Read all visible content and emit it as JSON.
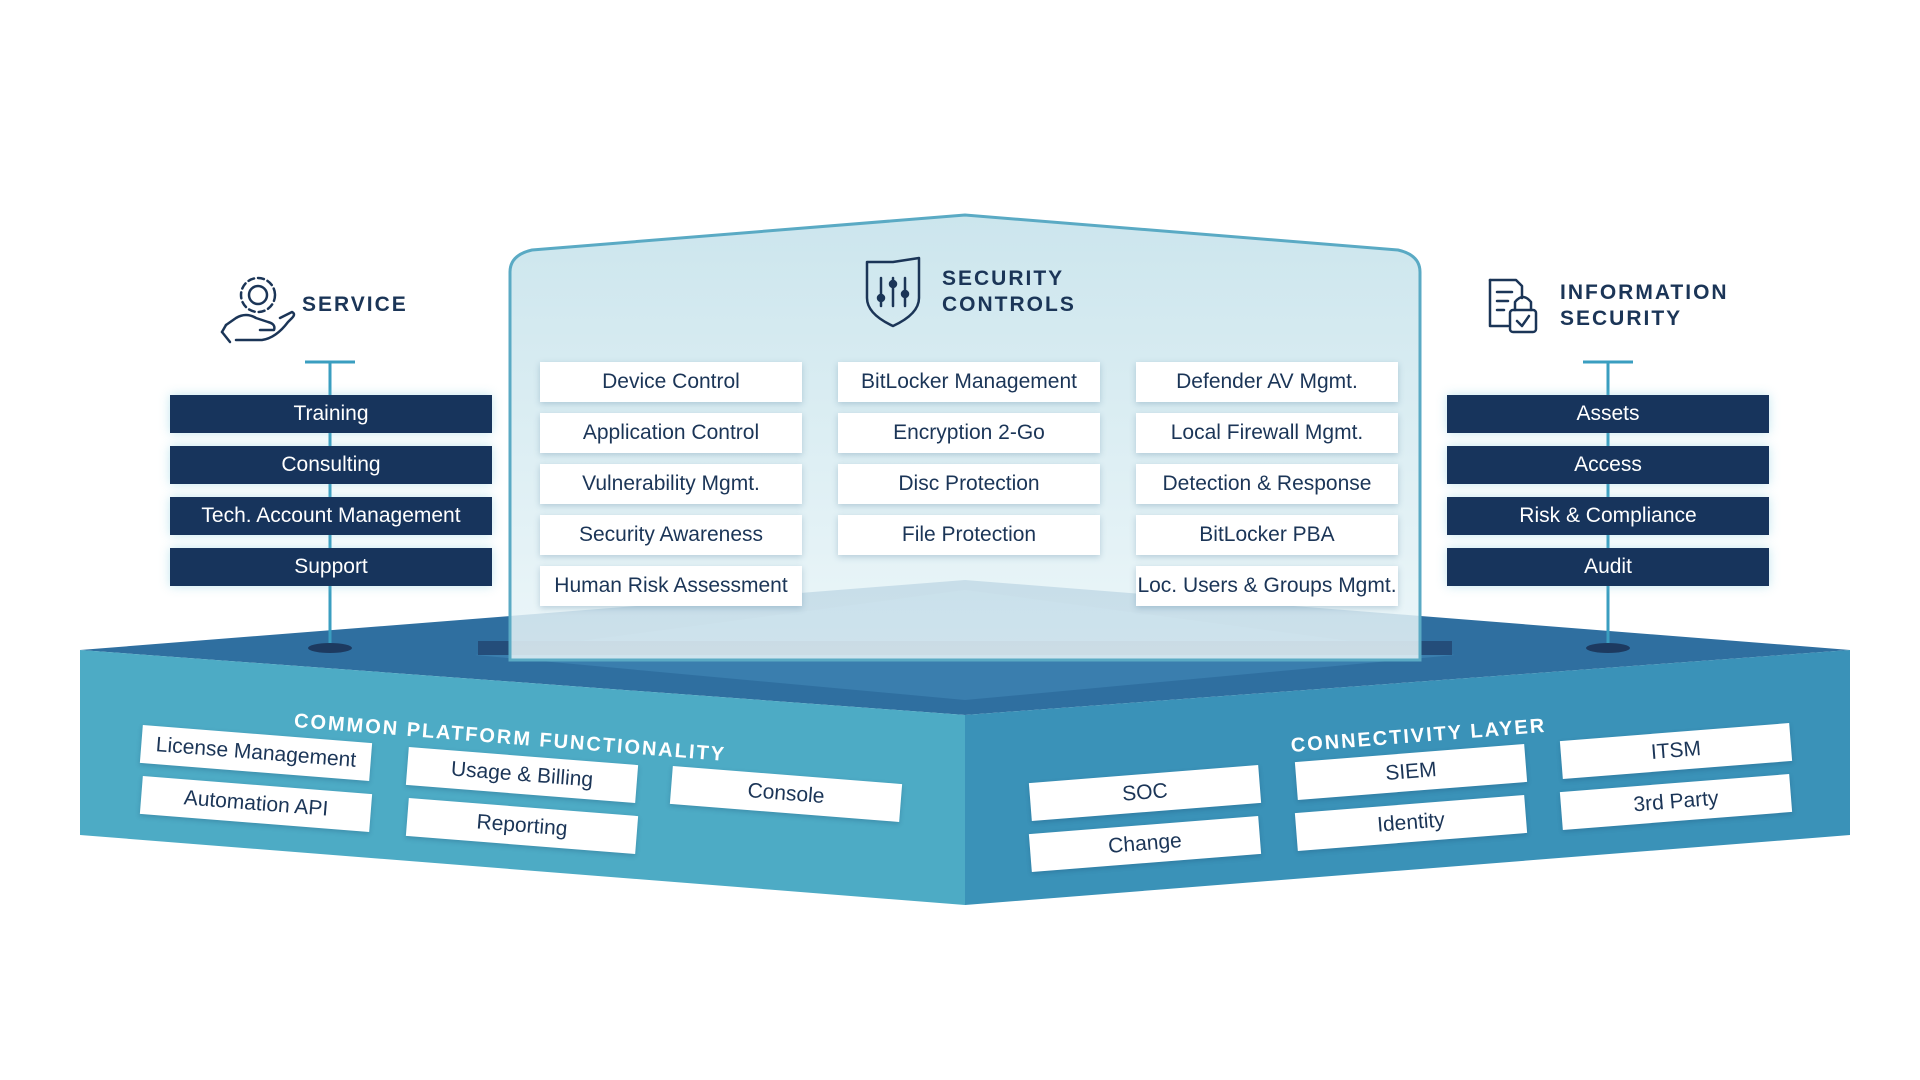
{
  "service": {
    "title_line1": "SERVICE",
    "items": [
      "Training",
      "Consulting",
      "Tech. Account Management",
      "Support"
    ]
  },
  "security_controls": {
    "title_line1": "SECURITY",
    "title_line2": "CONTROLS",
    "col1": [
      "Device Control",
      "Application Control",
      "Vulnerability Mgmt.",
      "Security Awareness",
      "Human Risk Assessment"
    ],
    "col2": [
      "BitLocker Management",
      "Encryption 2-Go",
      "Disc Protection",
      "File Protection"
    ],
    "col3": [
      "Defender AV Mgmt.",
      "Local Firewall Mgmt.",
      "Detection & Response",
      "BitLocker PBA",
      "Loc. Users & Groups Mgmt."
    ]
  },
  "information_security": {
    "title_line1": "INFORMATION",
    "title_line2": "SECURITY",
    "items": [
      "Assets",
      "Access",
      "Risk & Compliance",
      "Audit"
    ]
  },
  "common_platform": {
    "label": "COMMON PLATFORM FUNCTIONALITY",
    "items": [
      "License Management",
      "Automation API",
      "Usage & Billing",
      "Reporting",
      "Console"
    ]
  },
  "connectivity": {
    "label": "CONNECTIVITY LAYER",
    "items": [
      "SOC",
      "Change",
      "SIEM",
      "Identity",
      "ITSM",
      "3rd Party"
    ]
  },
  "icons": {
    "service": "gear-hand-icon",
    "security": "shield-sliders-icon",
    "information": "document-lock-icon"
  },
  "colors": {
    "navy": "#17345c",
    "teal_left": "#4dabc5",
    "teal_right": "#3a92b8",
    "top_face": "#2e6fa0",
    "glass": "#cfe8ef"
  }
}
